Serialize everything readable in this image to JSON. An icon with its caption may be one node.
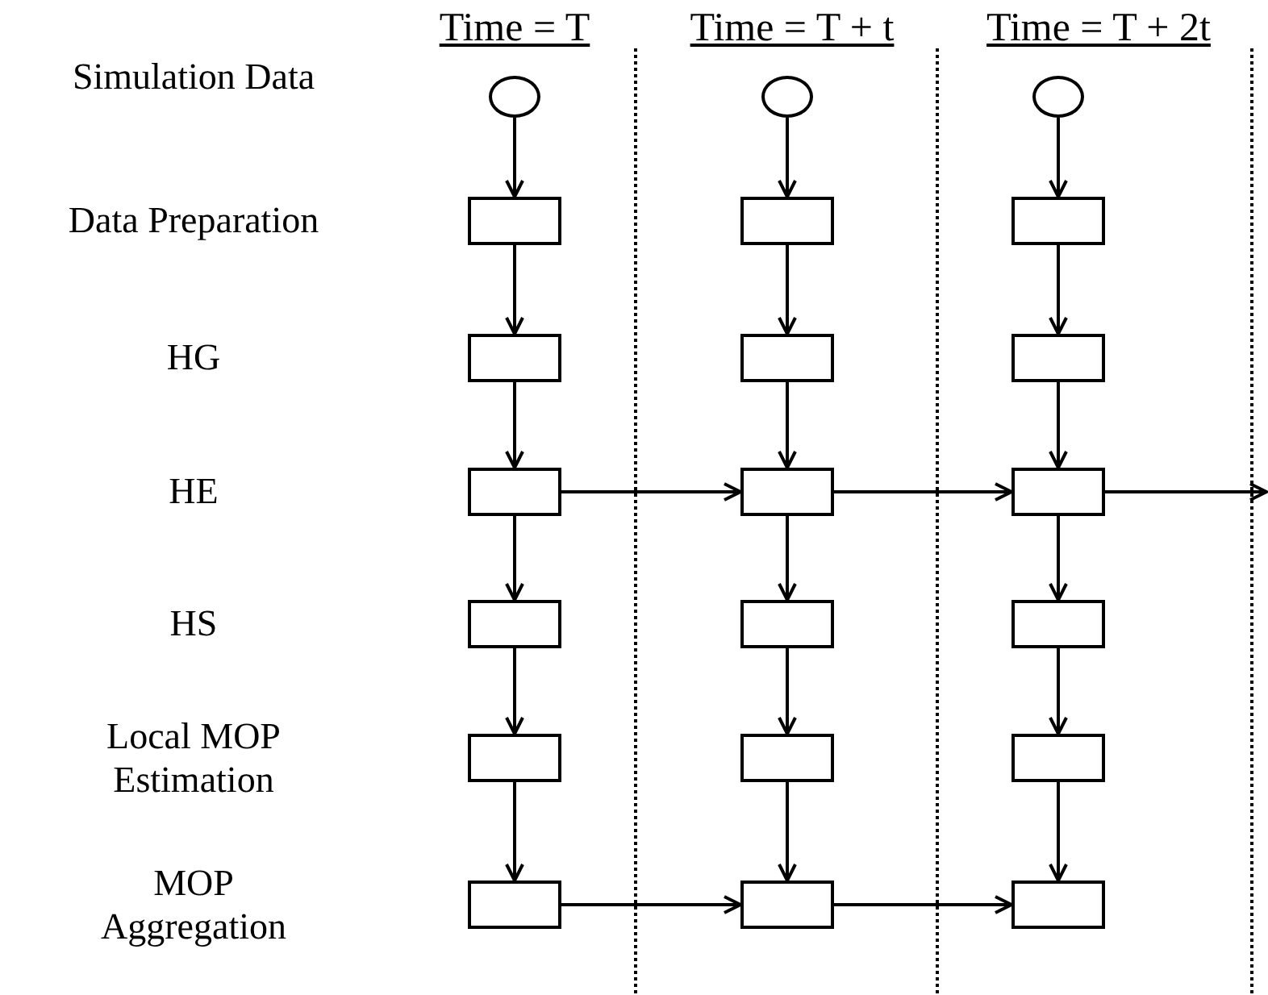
{
  "diagram": {
    "nodes": [
      {
        "text": [],
        "shape": "circle"
      },
      {
        "text": [],
        "shape": "circle"
      },
      {
        "text": [],
        "shape": "circle"
      },
      {
        "text": [],
        "shape": "box"
      },
      {
        "text": [],
        "shape": "box"
      },
      {
        "text": [],
        "shape": "box"
      },
      {
        "text": [],
        "shape": "box"
      },
      {
        "text": [],
        "shape": "box"
      },
      {
        "text": [],
        "shape": "box"
      },
      {
        "text": [],
        "shape": "box"
      },
      {
        "text": [],
        "shape": "box"
      },
      {
        "text": [],
        "shape": "box"
      },
      {
        "text": [],
        "shape": "box"
      },
      {
        "text": [],
        "shape": "box"
      },
      {
        "text": [],
        "shape": "box"
      },
      {
        "text": [],
        "shape": "box"
      },
      {
        "text": [],
        "shape": "box"
      },
      {
        "text": [],
        "shape": "box"
      },
      {
        "text": [],
        "shape": "box"
      },
      {
        "text": [],
        "shape": "box"
      },
      {
        "text": [],
        "shape": "box"
      }
    ],
    "edges": [
      {
        "from": 0,
        "to": 3,
        "arrow": "to"
      },
      {
        "from": 3,
        "to": 6,
        "arrow": "to"
      },
      {
        "from": 6,
        "to": 9,
        "arrow": "to"
      },
      {
        "from": 9,
        "to": 12,
        "arrow": "to"
      },
      {
        "from": 12,
        "to": 15,
        "arrow": "to"
      },
      {
        "from": 15,
        "to": 18,
        "arrow": "to"
      },
      {
        "from": 1,
        "to": 4,
        "arrow": "to"
      },
      {
        "from": 4,
        "to": 7,
        "arrow": "to"
      },
      {
        "from": 7,
        "to": 10,
        "arrow": "to"
      },
      {
        "from": 10,
        "to": 13,
        "arrow": "to"
      },
      {
        "from": 13,
        "to": 16,
        "arrow": "to"
      },
      {
        "from": 16,
        "to": 19,
        "arrow": "to"
      },
      {
        "from": 2,
        "to": 5,
        "arrow": "to"
      },
      {
        "from": 5,
        "to": 8,
        "arrow": "to"
      },
      {
        "from": 8,
        "to": 11,
        "arrow": "to"
      },
      {
        "from": 11,
        "to": 14,
        "arrow": "to"
      },
      {
        "from": 14,
        "to": 17,
        "arrow": "to"
      },
      {
        "from": 17,
        "to": 20,
        "arrow": "to"
      },
      {
        "from": 9,
        "to": 10,
        "arrow": "to"
      },
      {
        "from": 10,
        "to": 11,
        "arrow": "to"
      },
      {
        "from": 11,
        "to": null,
        "arrow": "to"
      },
      {
        "from": 18,
        "to": 19,
        "arrow": "to"
      },
      {
        "from": 19,
        "to": 20,
        "arrow": "to"
      }
    ],
    "labels": [
      "Time = T",
      "Time = T + t",
      "Time = T + 2t",
      "Simulation Data",
      "Data Preparation",
      "HG",
      "HE",
      "HS",
      "Local MOP Estimation",
      "MOP Aggregation"
    ]
  }
}
